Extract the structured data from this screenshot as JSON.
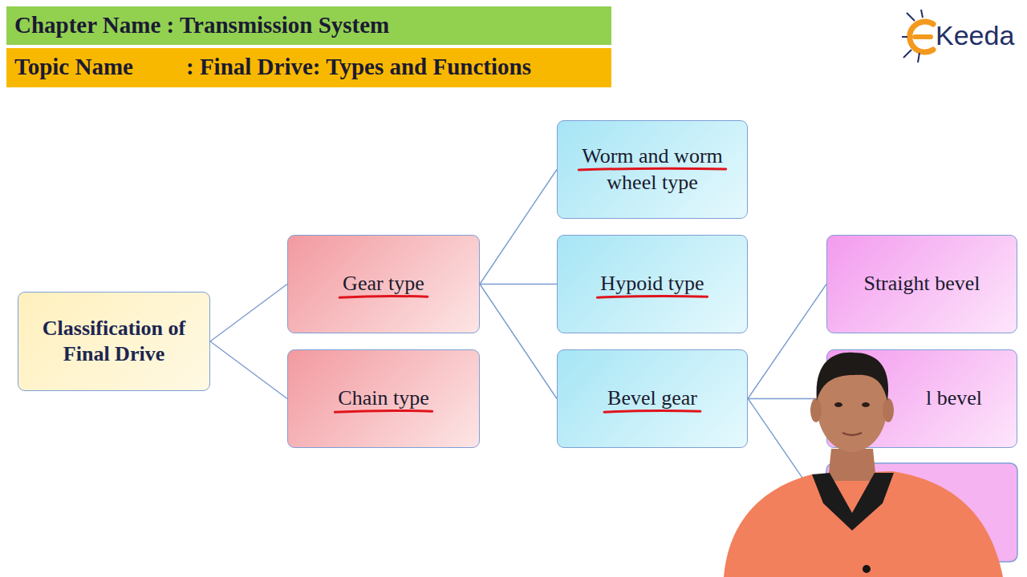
{
  "diagram": {
    "nodes": [
      {
        "text": [
          "Classification of Final Drive"
        ]
      },
      {
        "text": [
          "Gear type"
        ]
      },
      {
        "text": [
          "Chain type"
        ]
      },
      {
        "text": [
          "Worm and worm wheel type"
        ]
      },
      {
        "text": [
          "Hypoid type"
        ]
      },
      {
        "text": [
          "Bevel gear"
        ]
      },
      {
        "text": [
          "Straight bevel"
        ]
      },
      {
        "text": [
          "l bevel"
        ]
      }
    ],
    "edges": [
      {
        "from": 0,
        "to": 1,
        "arrow": "none"
      },
      {
        "from": 0,
        "to": 2,
        "arrow": "none"
      },
      {
        "from": 1,
        "to": 3,
        "arrow": "none"
      },
      {
        "from": 1,
        "to": 4,
        "arrow": "none"
      },
      {
        "from": 1,
        "to": 5,
        "arrow": "none"
      },
      {
        "from": 5,
        "to": 6,
        "arrow": "none"
      },
      {
        "from": 5,
        "to": 7,
        "arrow": "none"
      }
    ],
    "labels": [
      "Chapter Name : Transmission System",
      "Topic Name",
      ": Final Drive: Types and Functions",
      "Keeda"
    ]
  }
}
